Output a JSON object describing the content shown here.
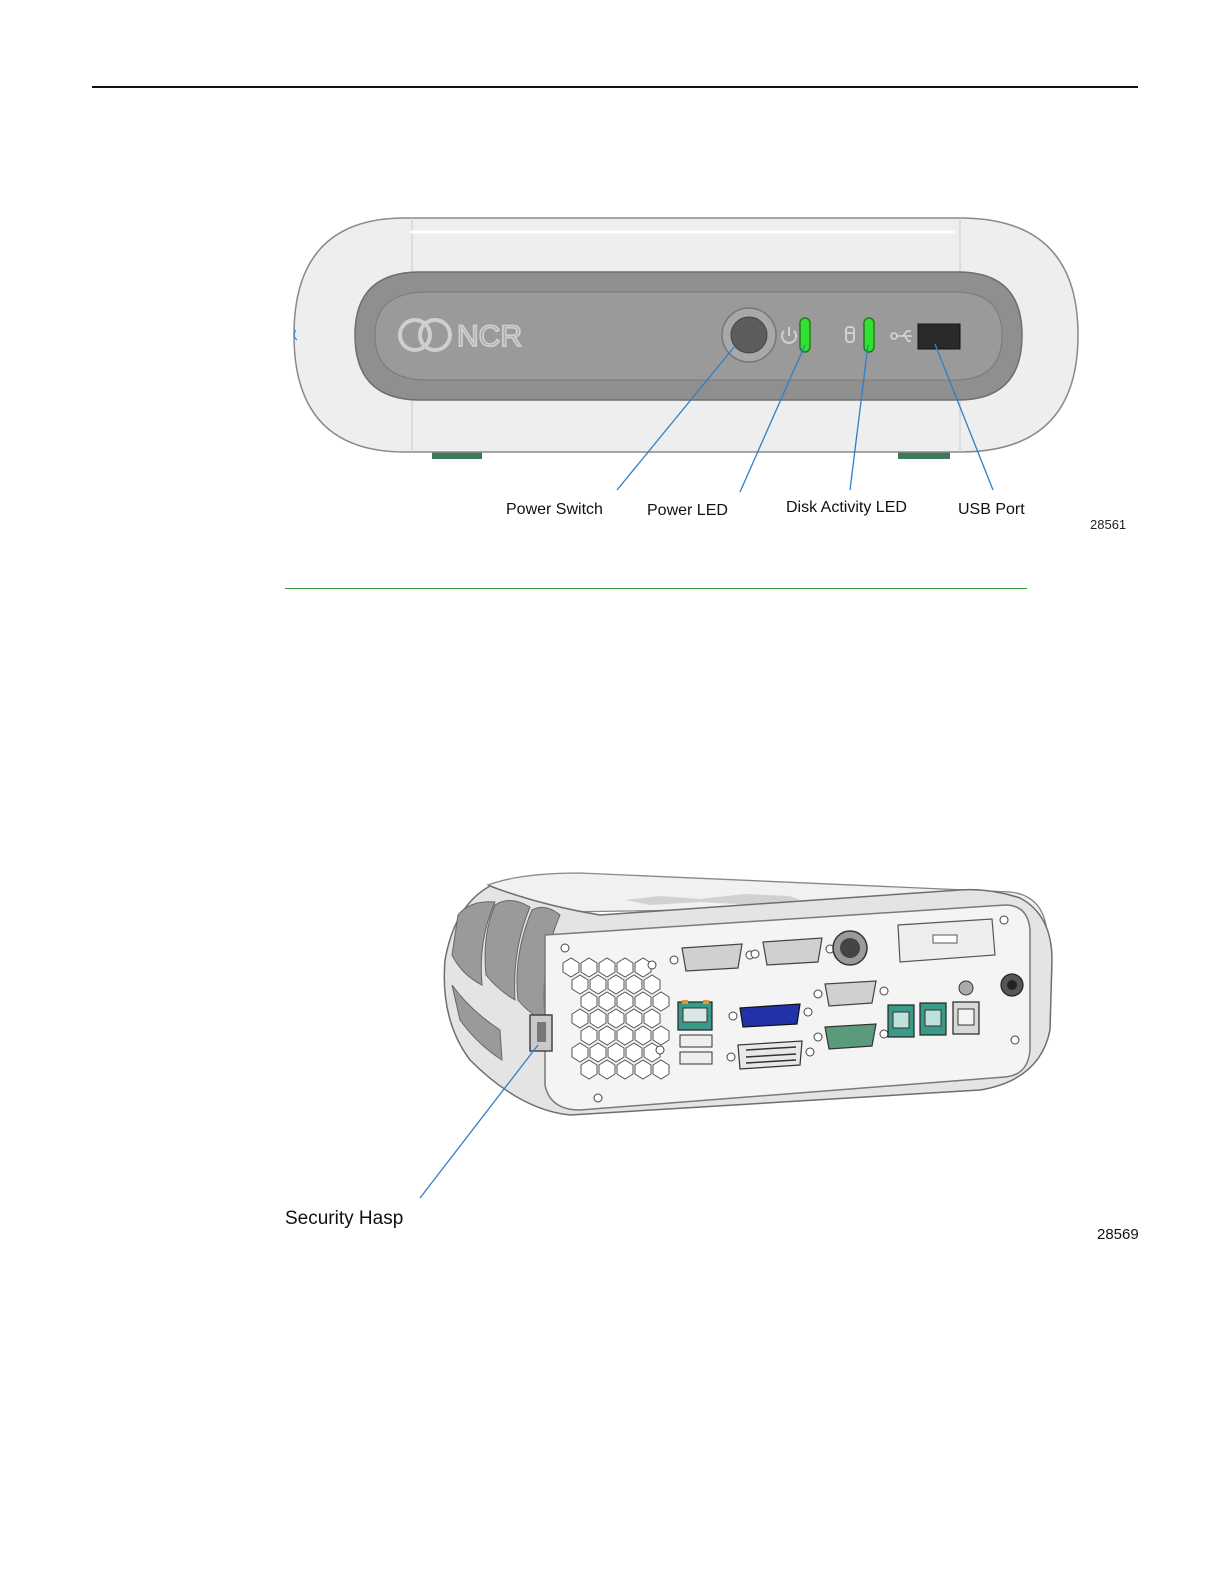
{
  "front_figure": {
    "logo_text": "NCR",
    "callouts": {
      "power_switch": "Power Switch",
      "power_led": "Power LED",
      "disk_activity_led": "Disk Activity LED",
      "usb_port": "USB Port"
    },
    "figure_id": "28561"
  },
  "rear_figure": {
    "callouts": {
      "security_hasp": "Security Hasp"
    },
    "figure_id": "28569"
  },
  "colors": {
    "led_green": "#33e033",
    "rule_green": "#3c9a3c",
    "leader_blue": "#2f7fc8",
    "vga_blue": "#2233aa",
    "port_teal": "#3a9a8a"
  }
}
